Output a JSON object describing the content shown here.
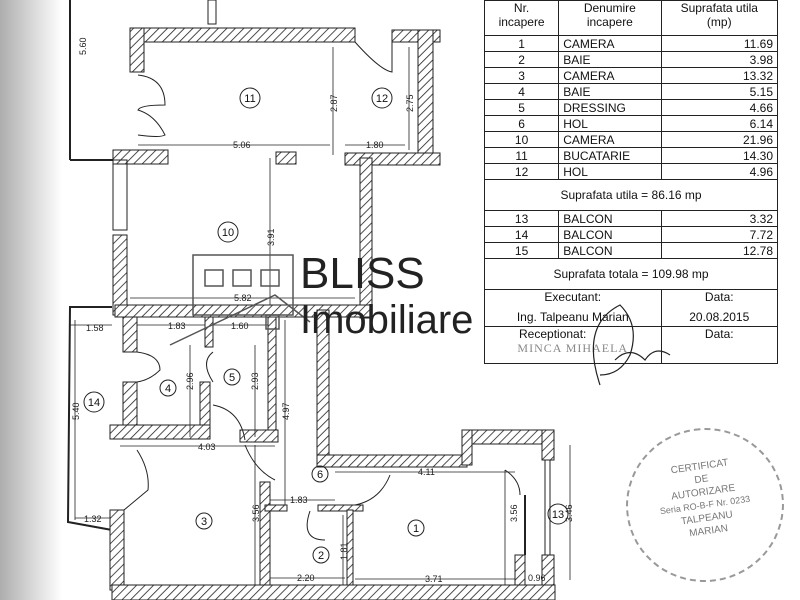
{
  "table": {
    "headers": [
      "Nr.\nincapere",
      "Denumire\nincapere",
      "Suprafata utila\n(mp)"
    ],
    "rooms": [
      {
        "nr": "1",
        "name": "CAMERA",
        "area": "11.69"
      },
      {
        "nr": "2",
        "name": "BAIE",
        "area": "3.98"
      },
      {
        "nr": "3",
        "name": "CAMERA",
        "area": "13.32"
      },
      {
        "nr": "4",
        "name": "BAIE",
        "area": "5.15"
      },
      {
        "nr": "5",
        "name": "DRESSING",
        "area": "4.66"
      },
      {
        "nr": "6",
        "name": "HOL",
        "area": "6.14"
      },
      {
        "nr": "10",
        "name": "CAMERA",
        "area": "21.96"
      },
      {
        "nr": "11",
        "name": "BUCATARIE",
        "area": "14.30"
      },
      {
        "nr": "12",
        "name": "HOL",
        "area": "4.96"
      }
    ],
    "useful_total": "Suprafata utila = 86.16 mp",
    "balconies": [
      {
        "nr": "13",
        "name": "BALCON",
        "area": "3.32"
      },
      {
        "nr": "14",
        "name": "BALCON",
        "area": "7.72"
      },
      {
        "nr": "15",
        "name": "BALCON",
        "area": "12.78"
      }
    ],
    "grand_total": "Suprafata totala = 109.98 mp",
    "executant_label": "Executant:",
    "executant_name": "Ing. Talpeanu Marian",
    "date_label": "Data:",
    "date_value": "20.08.2015",
    "received_label": "Receptionat:",
    "received_date_label": "Data:",
    "received_stamp": "MINCA MIHAELA"
  },
  "logo": {
    "line1": "BLISS",
    "line2": "Imobiliare"
  },
  "stamp": {
    "line1": "CERTIFICAT",
    "line2": "DE",
    "line3": "AUTORIZARE",
    "line4": "Seria RO-B-F Nr. 0233",
    "line5": "TALPEANU",
    "line6": "MARIAN"
  },
  "plan": {
    "room_numbers": [
      "1",
      "2",
      "3",
      "4",
      "5",
      "6",
      "10",
      "11",
      "12",
      "13",
      "14"
    ],
    "dimensions": [
      "5.60",
      "2.87",
      "2.75",
      "5.06",
      "1.80",
      "3.91",
      "5.82",
      "1.58",
      "1.83",
      "1.60",
      "2.96",
      "2.93",
      "4.97",
      "5.40",
      "4.03",
      "4.11",
      "1.83",
      "3.56",
      "3.56",
      "3.46",
      "1.81",
      "1.32",
      "2.20",
      "3.71",
      "0.96"
    ]
  }
}
